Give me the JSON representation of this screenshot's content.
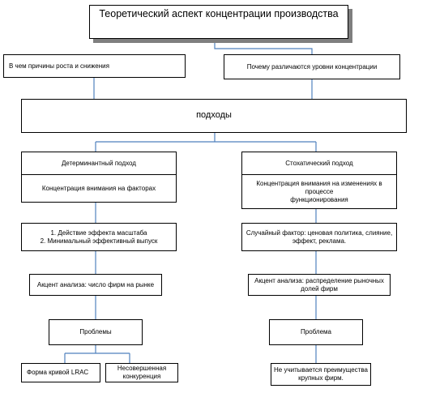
{
  "diagram": {
    "title": "Теоретический аспект концентрации производства",
    "q1": "В чем причины роста и снижения",
    "q2": "Почему различаются уровни концентрации",
    "approaches": "подходы",
    "det": {
      "title": "Детерминантный подход",
      "focus": "Концентрация внимания на факторах",
      "factors": "1. Действие эффекта масштаба\n2. Минимальный эффективный выпуск",
      "accent": "Акцент анализа: число фирм на рынке",
      "problems": "Проблемы",
      "p1": "Форма кривой LRAC",
      "p2": "Несовершенная\nконкуренция"
    },
    "sto": {
      "title": "Стохатический подход",
      "focus": "Концентрация внимания на изменениях в процессе\nфункционирования",
      "factor": "Случайный фактор: ценовая политика, слияние,\nэффект, реклама.",
      "accent": "Акцент анализа: распределение рыночных\nдолей фирм",
      "problem": "Проблема",
      "p1": "Не учитывается преимущества\nкрупных фирм."
    },
    "colors": {
      "connector": "#4f81bd",
      "shadow": "#7f7f7f",
      "border": "#000000"
    }
  }
}
